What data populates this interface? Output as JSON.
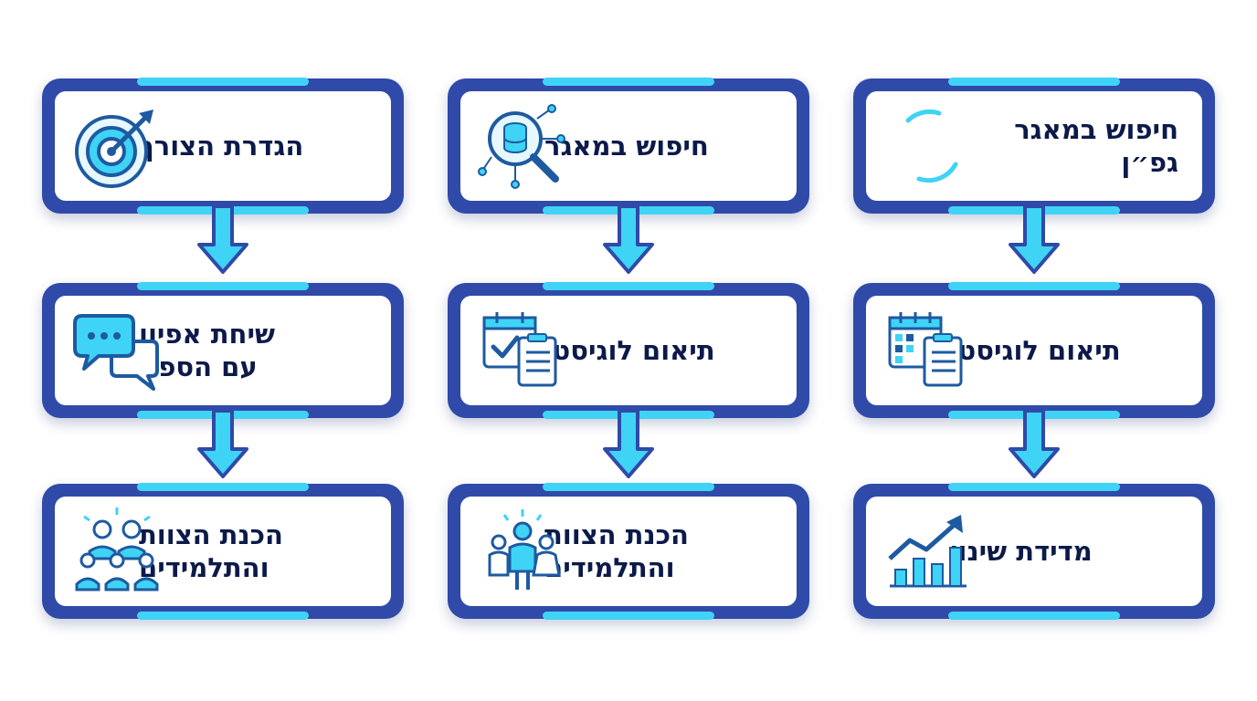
{
  "columns": [
    {
      "steps": [
        {
          "label": "חיפוש במאגר",
          "brand": "גפ״ן",
          "icon": "gafan-logo-icon"
        },
        {
          "label": "תיאום לוגיסטי",
          "icon": "calendar-clipboard-icon"
        },
        {
          "label": "מדידת שינוי",
          "icon": "growth-chart-icon"
        }
      ]
    },
    {
      "steps": [
        {
          "label": "חיפוש במאגר",
          "icon": "database-search-icon"
        },
        {
          "label": "תיאום לוגיסטי",
          "icon": "calendar-check-clipboard-icon"
        },
        {
          "label_line1": "הכנת הצוות",
          "label_line2": "והתלמידים",
          "icon": "group-people-icon"
        }
      ]
    },
    {
      "steps": [
        {
          "label": "הגדרת הצורך",
          "icon": "target-arrow-icon"
        },
        {
          "label_line1": "שיחת אפיון",
          "label_line2": "עם הספק",
          "icon": "chat-bubbles-icon"
        },
        {
          "label_line1": "הכנת הצוות",
          "label_line2": "והתלמידים",
          "icon": "team-icon"
        }
      ]
    }
  ],
  "colors": {
    "frame": "#2f4aa8",
    "accent": "#3fd3f5",
    "text": "#0c1a4a",
    "icon": "#1e5aa0"
  }
}
